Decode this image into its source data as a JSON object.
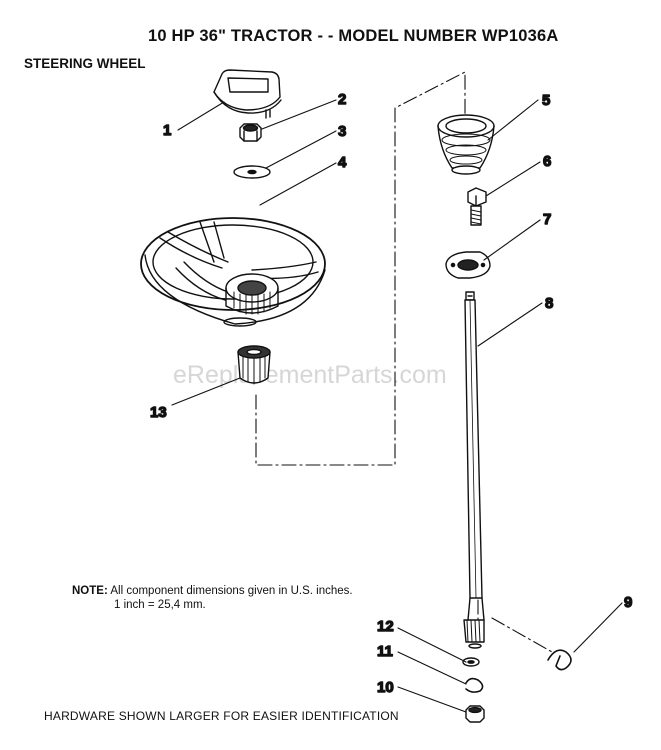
{
  "header": {
    "title": "10 HP 36\" TRACTOR  - - MODEL NUMBER  WP1036A",
    "subtitle": "STEERING WHEEL"
  },
  "note": {
    "label": "NOTE:",
    "line1": "All component dimensions given in U.S. inches.",
    "line2": "1 inch  =  25,4 mm."
  },
  "footer": "HARDWARE SHOWN LARGER FOR EASIER IDENTIFICATION",
  "watermark": "eReplacementParts.com",
  "callouts": {
    "c1": "1",
    "c2": "2",
    "c3": "3",
    "c4": "4",
    "c5": "5",
    "c6": "6",
    "c7": "7",
    "c8": "8",
    "c9": "9",
    "c10": "10",
    "c11": "11",
    "c12": "12",
    "c13": "13"
  }
}
